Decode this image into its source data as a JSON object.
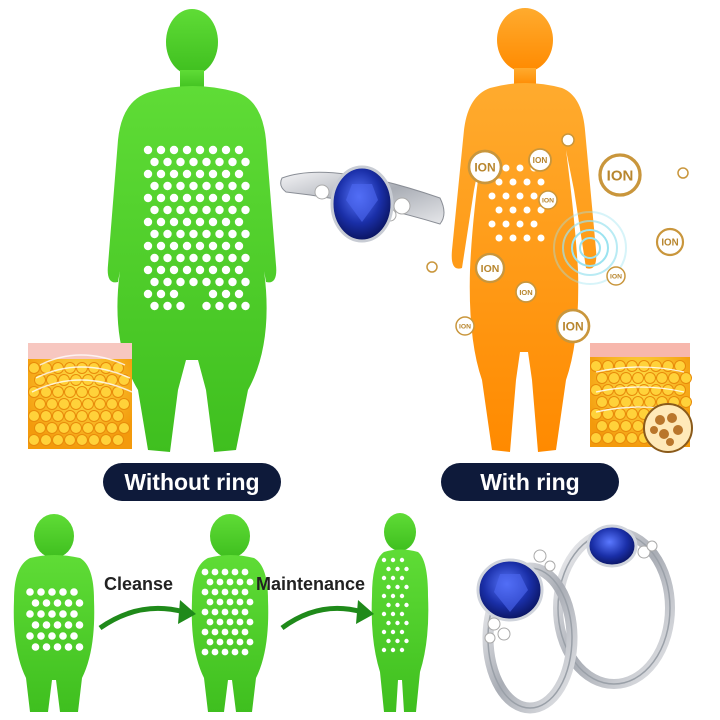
{
  "labels": {
    "without": "Without ring",
    "with": "With ring",
    "step1": "Cleanse",
    "step2": "Maintenance"
  },
  "ion_label": "ION",
  "colors": {
    "green": "#52d22e",
    "green_dark": "#3fbf1f",
    "orange": "#ff9c1e",
    "orange_dark": "#ff8a00",
    "navy": "#0e1a3a",
    "ion_gold": "#c9963c",
    "sapphire": "#1a2fa8"
  },
  "icons": [
    "female-silhouette",
    "sapphire-ring",
    "ion-bubble",
    "fat-cells",
    "arrow"
  ]
}
